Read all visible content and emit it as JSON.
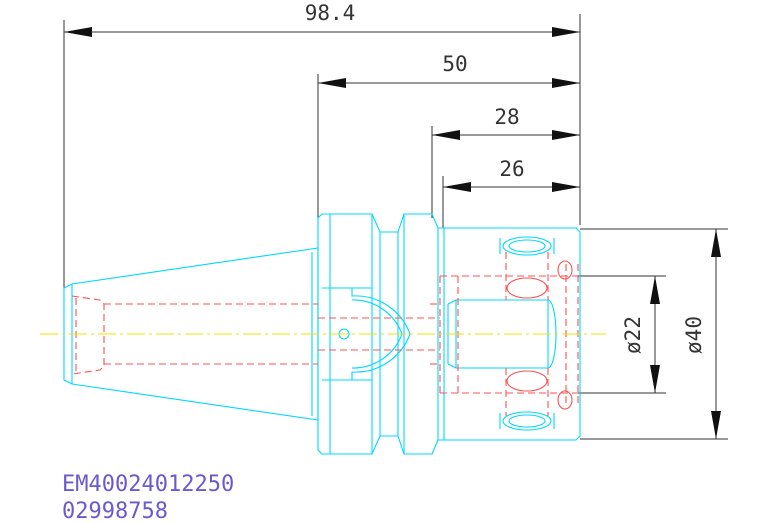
{
  "dimensions": {
    "overall_length": "98.4",
    "length_50": "50",
    "length_28": "28",
    "length_26": "26",
    "diameter_22": "ø22",
    "diameter_40": "ø40"
  },
  "part_codes": {
    "code_primary": "EM40024012250",
    "code_secondary": "02998758"
  },
  "colors": {
    "outline": "#00d8ff",
    "hidden_lines": "#ff5050",
    "center_line": "#f0e000",
    "dimension_lines": "#333333",
    "text_codes": "#6a5acd"
  }
}
